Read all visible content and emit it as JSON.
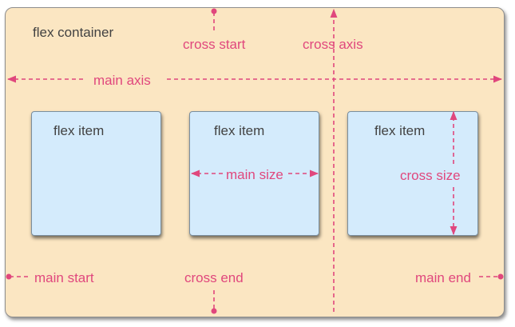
{
  "colors": {
    "container_background": "#fbe6c2",
    "item_background": "#d4ebfc",
    "annotation": "#e0477d",
    "label_dark": "#424242"
  },
  "container_label": "flex container",
  "items": [
    {
      "label": "flex item"
    },
    {
      "label": "flex item"
    },
    {
      "label": "flex item"
    }
  ],
  "annotations": {
    "main_axis": "main axis",
    "cross_axis": "cross axis",
    "cross_start": "cross start",
    "cross_end": "cross end",
    "main_start": "main start",
    "main_end": "main end",
    "main_size": "main size",
    "cross_size": "cross size"
  }
}
